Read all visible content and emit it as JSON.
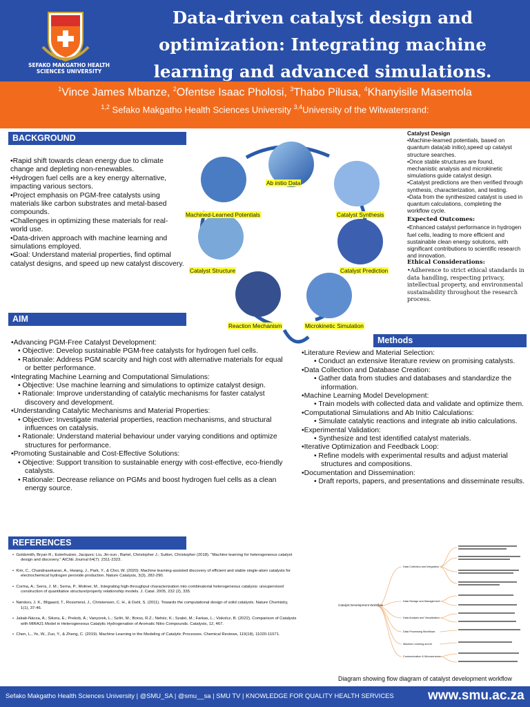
{
  "header": {
    "university_logo_text": "SEFAKO MAKGATHO HEALTH SCIENCES UNIVERSITY",
    "title_lines": [
      "Data-driven catalyst design and",
      "optimization: Integrating machine",
      "learning and advanced simulations."
    ],
    "authors": [
      {
        "sup": "1",
        "name": "Vince James Mbanze, "
      },
      {
        "sup": "2",
        "name": "Ofentse Isaac Pholosi, "
      },
      {
        "sup": "3",
        "name": "Thabo Pilusa, "
      },
      {
        "sup": "4",
        "name": "Khanyisile Masemola"
      }
    ],
    "affiliations": [
      {
        "sup": "1,2",
        "name": " Sefako Makgatho Health Sciences University "
      },
      {
        "sup": "3,4",
        "name": "University of the Witwatersrand:"
      }
    ]
  },
  "background": {
    "heading": "BACKGROUND",
    "items": [
      "•Rapid shift towards clean energy due to climate change and depleting non-renewables.",
      "•Hydrogen fuel cells are a key energy alternative, impacting various sectors.",
      "•Project emphasis on PGM-free catalysts using materials like carbon substrates and metal-based compounds.",
      "•Challenges in optimizing these materials for real-world use.",
      "•Data-driven approach with machine learning and simulations employed.",
      "•Goal: Understand material properties, find optimal catalyst designs, and speed up new catalyst discovery."
    ]
  },
  "aim": {
    "heading": "AIM",
    "groups": [
      {
        "title": "•Advancing PGM-Free Catalyst Development:",
        "objective": "Objective: Develop sustainable PGM-free catalysts for hydrogen fuel cells.",
        "rationale": "Rationale: Address PGM scarcity and high cost with alternative materials for equal or better performance."
      },
      {
        "title": "•Integrating Machine Learning and Computational Simulations:",
        "objective": "Objective: Use machine learning and simulations to optimize catalyst design.",
        "rationale": "Rationale: Improve understanding of catalytic mechanisms for faster catalyst discovery and development."
      },
      {
        "title": "•Understanding Catalytic Mechanisms and Material Properties:",
        "objective": "Objective: Investigate material properties, reaction mechanisms, and structural influences on catalysis.",
        "rationale": "Rationale: Understand material behaviour under varying conditions and optimize structures for performance."
      },
      {
        "title": "•Promoting Sustainable and Cost-Effective Solutions:",
        "objective": "Objective: Support transition to sustainable energy with cost-effective, eco-friendly catalysts.",
        "rationale": "Rationale: Decrease reliance on PGMs and boost hydrogen fuel cells as a clean energy source."
      }
    ]
  },
  "cycle": {
    "labels": [
      "Ab initio Data",
      "Catalyst Synthesis",
      "Catalyst Prediction",
      "Microkinetic Simulation",
      "Reaction Mechanism",
      "Catalyst Structure",
      "Machined-Learned Potentials"
    ],
    "colors": {
      "highlight": "#ffff33",
      "arrow": "#2a5aa8"
    }
  },
  "right_column": {
    "catalyst_design_heading": "Catalyst Design",
    "catalyst_design_items": [
      "•Machine-learned potentials, based on quantum data(ab initio),speed up catalyst structure searches.",
      "•Once stable structures are found, mechanistic analysis and microkinetic simulations guide catalyst design.",
      "•Catalyst predictions are then verified through synthesis, characterization, and testing.",
      "•Data from the synthesized catalyst is used in quantum calculations, completing the workflow cycle."
    ],
    "expected_heading": "Expected Outcomes:",
    "expected_items": [
      "•Enhanced catalyst performance in hydrogen fuel cells, leading to more efficient and sustainable clean energy solutions, with significant contributions to scientific research and innovation."
    ],
    "ethical_heading": "Ethical Considerations:",
    "ethical_items": [
      "•Adherence to strict ethical standards in data handling, respecting privacy, intellectual property, and environmental sustainability throughout the research process."
    ]
  },
  "methods": {
    "heading": "Methods",
    "items": [
      {
        "title": "•Literature Review and Material Selection:",
        "sub": "Conduct an extensive literature review on promising catalysts."
      },
      {
        "title": "•Data Collection and Database Creation:",
        "sub": "Gather data from studies and databases and standardize the information."
      },
      {
        "title": "•Machine Learning Model Development:",
        "sub": "Train models with collected data and validate and optimize them."
      },
      {
        "title": "•Computational Simulations and Ab Initio Calculations:",
        "sub": "Simulate catalytic reactions and integrate ab initio calculations."
      },
      {
        "title": "•Experimental Validation:",
        "sub": "Synthesize and test identified catalyst materials."
      },
      {
        "title": "•Iterative Optimization and Feedback Loop:",
        "sub": "Refine models with experimental results and adjust material structures and compositions."
      },
      {
        "title": "•Documentation and Dissemination:",
        "sub": "Draft reports, papers, and presentations and disseminate results."
      }
    ]
  },
  "references": {
    "heading": "REFERENCES",
    "items": [
      "Goldsmith, Bryan R.; Esterhuizen, Jacques; Liu, Jin-xun ; Bartel, Christopher J.; Sutton, Christopher (2018). \"Machine learning for heterogeneous catalyst design and discovery.\" AIChE Journal 64(7): 2311-2323.",
      "Kim, C., Chandrasekaran, A., Hwang, J., Park, Y., & Choi, W. (2020). Machine learning-assisted discovery of efficient and stable single-atom catalysts for electrochemical hydrogen peroxide production. Nature Catalysis, 3(3), 282-290.",
      "Corma, A.; Serra, J. M.; Serna, P.; Moliner, M., Integrating high-throughput characterization into combinatorial heterogeneous catalysis: unsupervised construction of quantitative structure/property relationship models. J. Catal. 2005, 232 (2), 335.",
      "Nørskov, J. K., Bligaard, T., Rossmeisl, J., Christensen, C. H., & Dahl, S. (2011). Towards the computational design of solid catalysts. Nature Chemistry, 1(1), 37-46.",
      "Jakab-Nácsa, A.; Sikora, E.; Prekob, Á.; Vanyorek, L.; Szőri, M.; Boros, R.Z.; Nehéz, K.; Szabó, M.; Farkas, L.; Viskolcz, B. (2022). Comparison of Catalysts with MIRA21 Model in Heterogeneous Catalytic Hydrogenation of Aromatic Nitro Compounds. Catalysts, 12, 467.",
      "Chen, L., Ye, W., Zuo, Y., & Zheng, C. (2019). Machine Learning in the Modeling of Catalytic Processes. Chemical Reviews, 119(18), 11020-11071."
    ]
  },
  "flow_diagram": {
    "root": "Catalyst Development Workflow",
    "branches": [
      "Data Collection and Integration",
      "Data Storage and Management",
      "Data Analysis and Visualization",
      "Data Processing Workflows",
      "Machine Learning and AI",
      "Communication & Microservices"
    ],
    "caption": "Diagram showing flow diagram of catalyst development workflow"
  },
  "footer": {
    "text": "Sefako Makgatho Health Sciences University | @SMU_SA | @smu__sa | SMU TV | KNOWLEDGE FOR QUALITY HEALTH SERVICES",
    "url": "www.smu.ac.za"
  }
}
